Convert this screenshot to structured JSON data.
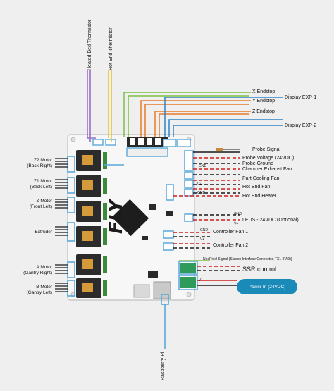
{
  "diagram": {
    "brand": "FLY",
    "top_labels": {
      "heated_bed_thermistor": "Heated Bed Thermistor",
      "hot_end_thermistor": "Hot End Thermistor"
    },
    "bottom_label": "Raspberry Pi",
    "left_labels": {
      "z2_motor": [
        "Z2 Motor",
        "(Back Right)"
      ],
      "z1_motor": [
        "Z1 Motor",
        "(Back Left)"
      ],
      "z_motor": [
        "Z Motor",
        "(Front Left)"
      ],
      "extruder": [
        "Extruder"
      ],
      "a_motor": [
        "A Motor",
        "(Gantry Right)"
      ],
      "b_motor": [
        "B Motor",
        "(Gantry Left)"
      ]
    },
    "right_labels": {
      "x_endstop": "X Endstop",
      "display_exp1": "Display EXP-1",
      "y_endstop": "Y Endstop",
      "z_endstop": "Z Endstop",
      "display_exp2": "Display EXP-2",
      "probe_signal": "Probe Signal",
      "probe_voltage": "Probe Voltage (24VDC)",
      "probe_ground": "Probe Ground",
      "chamber_exhaust_fan": "Chamber Exhaust Fan",
      "part_cooling_fan": "Part Cooling Fan",
      "hot_end_fan": "Hot End Fan",
      "hot_end_heater": "Hot End Heater",
      "leds": "LEDS - 24VDC (Optional)",
      "controller_fan_1": "Controller Fan 1",
      "controller_fan_2": "Controller Fan 2",
      "neopixel": "NeoPixel Signal (Screen Interface Connector, TX1 (PA9))",
      "ssr_control": "SSR control",
      "power_in": "Power In (24VDC)"
    },
    "pin_labels": {
      "gnd": "GND",
      "vplus": "V+"
    },
    "colors": {
      "board": "#f4f4f4",
      "connector_blue": "#5aa9d8",
      "driver_green": "#3a8a3a",
      "wire_red": "#d11f1f",
      "wire_black": "#1a1a1a",
      "wire_purple": "#9a6fc8",
      "wire_yellow": "#e8c33a",
      "wire_green": "#7bc043",
      "wire_orange": "#e87a2c",
      "wire_blue": "#2f84c6",
      "power_pill": "#1a8ab8"
    }
  }
}
